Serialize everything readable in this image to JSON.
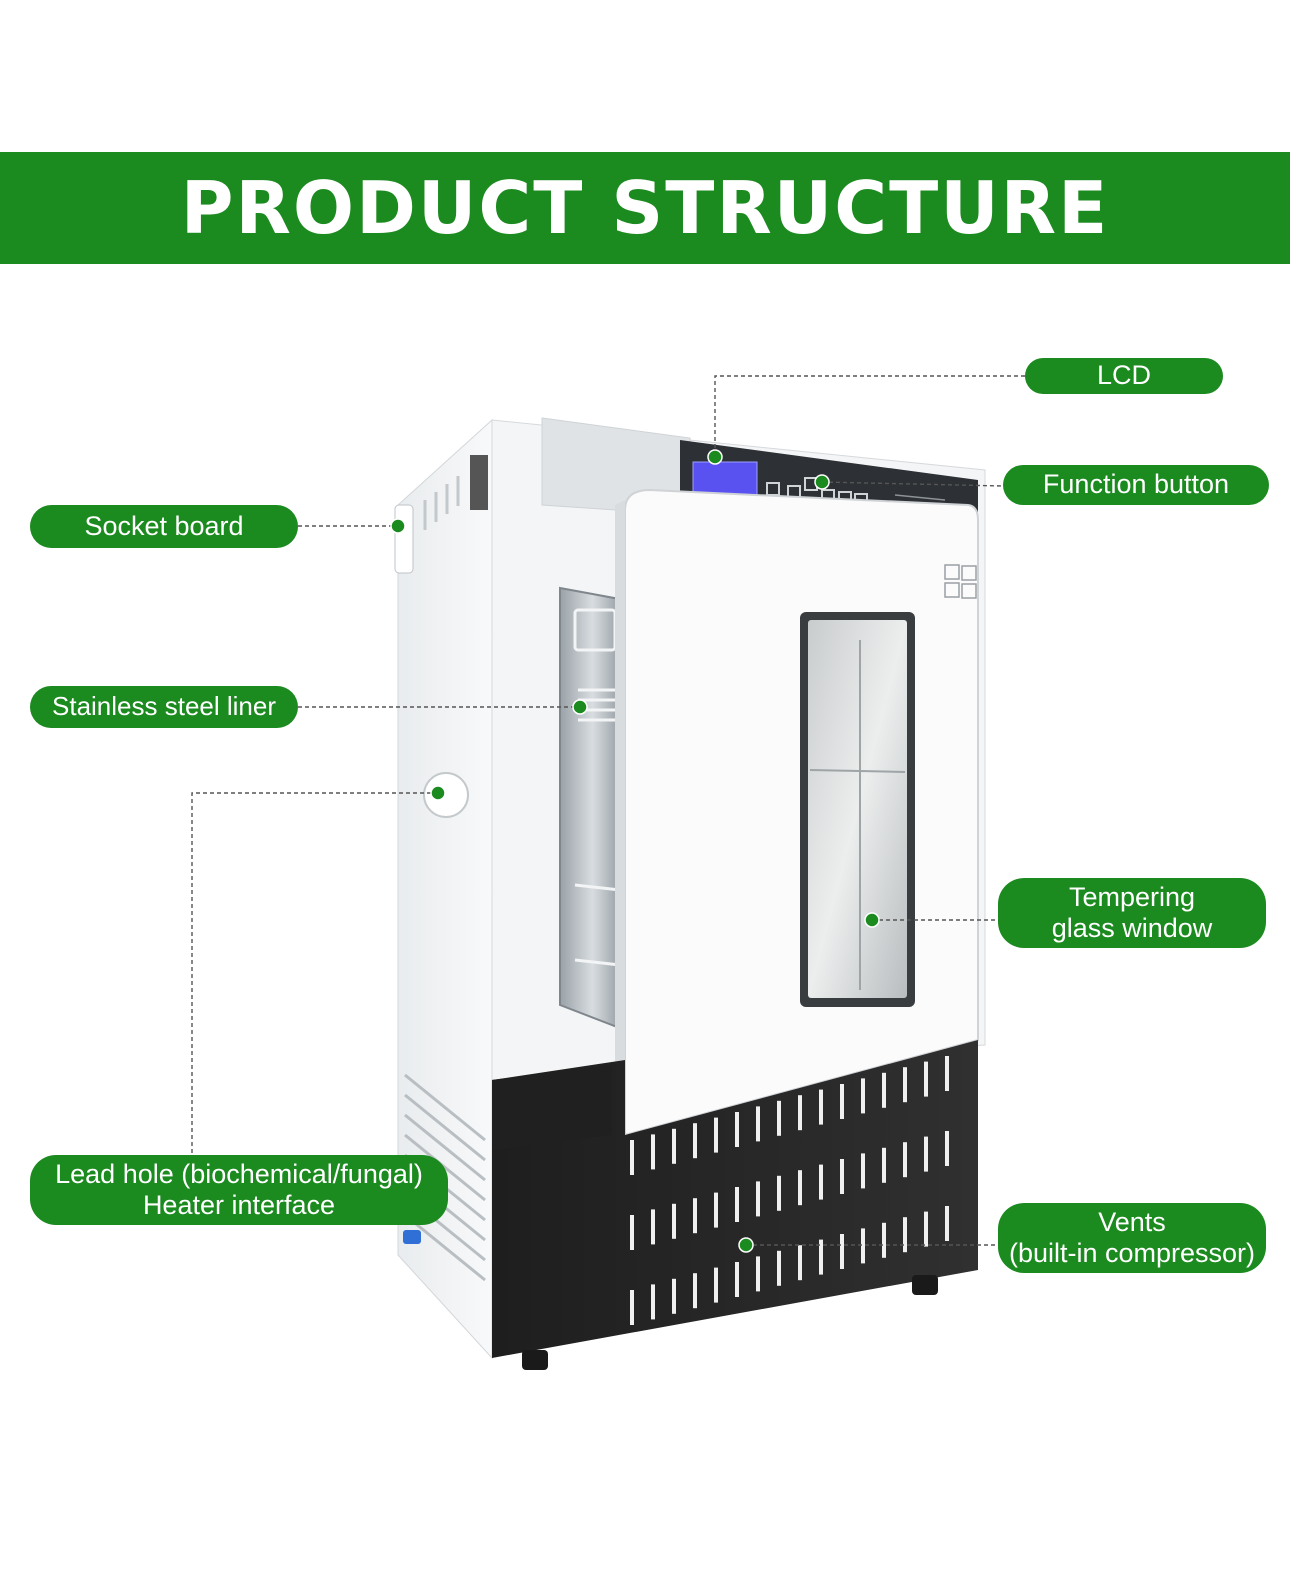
{
  "header": {
    "title": "PRODUCT STRUCTURE"
  },
  "colors": {
    "accent_green": "#1b8a1f",
    "cabinet_white": "#f2f4f5",
    "base_black": "#262626",
    "lcd_blue": "#5a52f0"
  },
  "labels": {
    "lcd": "LCD",
    "function_button": "Function button",
    "socket_board": "Socket board",
    "stainless_steel_liner": "Stainless steel liner",
    "tempering_glass_window": {
      "line1": "Tempering",
      "line2": "glass window"
    },
    "lead_hole": {
      "line1": "Lead hole (biochemical/fungal)",
      "line2": "Heater interface"
    },
    "vents": {
      "line1": "Vents",
      "line2": "(built-in compressor)"
    }
  },
  "icons": [
    "dot-marker-icon",
    "lcd-screen-icon"
  ]
}
